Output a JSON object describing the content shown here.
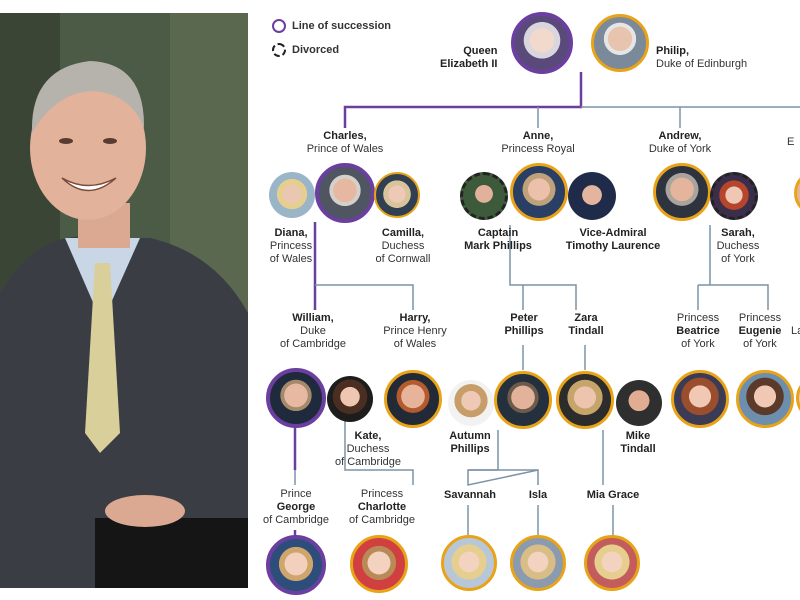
{
  "legend": {
    "succession": "Line of succession",
    "divorced": "Divorced"
  },
  "colors": {
    "succession": "#6b3fa0",
    "connector": "#7c93a6",
    "ring": "#e8a318",
    "divorced": "#222222"
  },
  "people": {
    "queen": {
      "l1": "Queen",
      "l2": "Elizabeth II"
    },
    "philip": {
      "l1": "Philip,",
      "l2": "Duke of Edinburgh"
    },
    "charles": {
      "l1": "Charles,",
      "l2": "Prince of Wales"
    },
    "anne": {
      "l1": "Anne,",
      "l2": "Princess Royal"
    },
    "andrew": {
      "l1": "Andrew,",
      "l2": "Duke of York"
    },
    "diana": {
      "l1": "Diana,",
      "l2": "Princess",
      "l3": "of Wales"
    },
    "camilla": {
      "l1": "Camilla,",
      "l2": "Duchess",
      "l3": "of Cornwall"
    },
    "mark": {
      "l1": "Captain",
      "l2": "Mark Phillips"
    },
    "timothy": {
      "l1": "Vice-Admiral",
      "l2": "Timothy Laurence"
    },
    "sarah": {
      "l1": "Sarah,",
      "l2": "Duchess",
      "l3": "of York"
    },
    "william": {
      "l1": "William,",
      "l2": "Duke",
      "l3": "of Cambridge"
    },
    "harry": {
      "l1": "Harry,",
      "l2": "Prince Henry",
      "l3": "of Wales"
    },
    "peter": {
      "l1": "Peter",
      "l2": "Phillips"
    },
    "zara": {
      "l1": "Zara",
      "l2": "Tindall"
    },
    "beatrice": {
      "l1": "Princess",
      "l2": "Beatrice",
      "l3": "of York"
    },
    "eugenie": {
      "l1": "Princess",
      "l2": "Eugenie",
      "l3": "of York"
    },
    "kate": {
      "l1": "Kate,",
      "l2": "Duchess",
      "l3": "of Cambridge"
    },
    "autumn": {
      "l1": "Autumn",
      "l2": "Phillips"
    },
    "mike": {
      "l1": "Mike",
      "l2": "Tindall"
    },
    "george": {
      "l1": "Prince",
      "l2": "George",
      "l3": "of Cambridge"
    },
    "charlotte": {
      "l1": "Princess",
      "l2": "Charlotte",
      "l3": "of Cambridge"
    },
    "savannah": {
      "l1": "Savannah"
    },
    "isla": {
      "l1": "Isla"
    },
    "miagrace": {
      "l1": "Mia Grace"
    }
  },
  "cutoff": {
    "edward_initial": "E",
    "louise_fragment": "La"
  }
}
